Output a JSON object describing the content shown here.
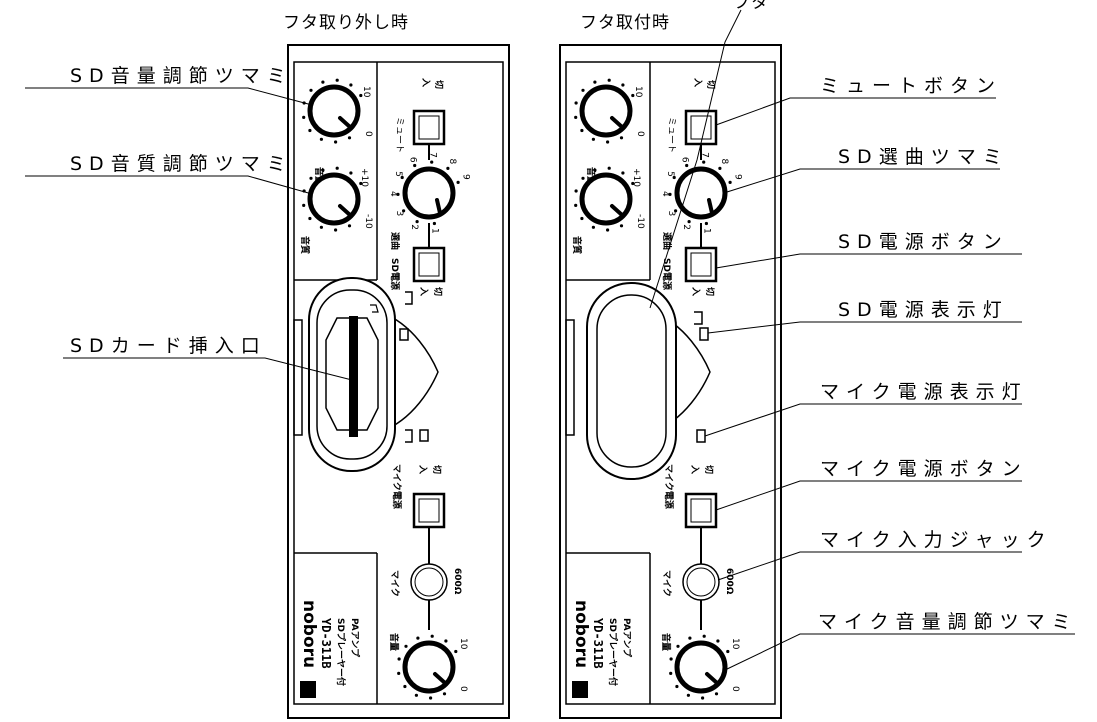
{
  "captions": {
    "left": "フタ取り外し時",
    "right": "フタ取付時",
    "lid": "フタ"
  },
  "labels_left": [
    "SD音量調節ツマミ",
    "SD音質調節ツマミ",
    "SDカード挿入口"
  ],
  "labels_right": [
    "ミュートボタン",
    "SD選曲ツマミ",
    "SD電源ボタン",
    "SD電源表示灯",
    "マイク電源表示灯",
    "マイク電源ボタン",
    "マイク入力ジャック",
    "マイク音量調節ツマミ"
  ],
  "panel": {
    "vol": "音量",
    "tone": "音質",
    "tone_min": "-10",
    "tone_max": "+10",
    "scale_min": "0",
    "scale_max": "10",
    "mute": "ミュート",
    "select": "選曲",
    "sd_power": "SD電源",
    "mic_power": "マイク電源",
    "mic": "マイク",
    "impedance": "600Ω",
    "on_mark": "入",
    "off_mark": "切",
    "track_numbers": [
      "1",
      "2",
      "3",
      "4",
      "5",
      "6",
      "7",
      "8",
      "9"
    ],
    "brand": "noboru",
    "model": "YD-311B",
    "product_line1": "SDプレーヤー付",
    "product_line2": "PAアンプ"
  }
}
